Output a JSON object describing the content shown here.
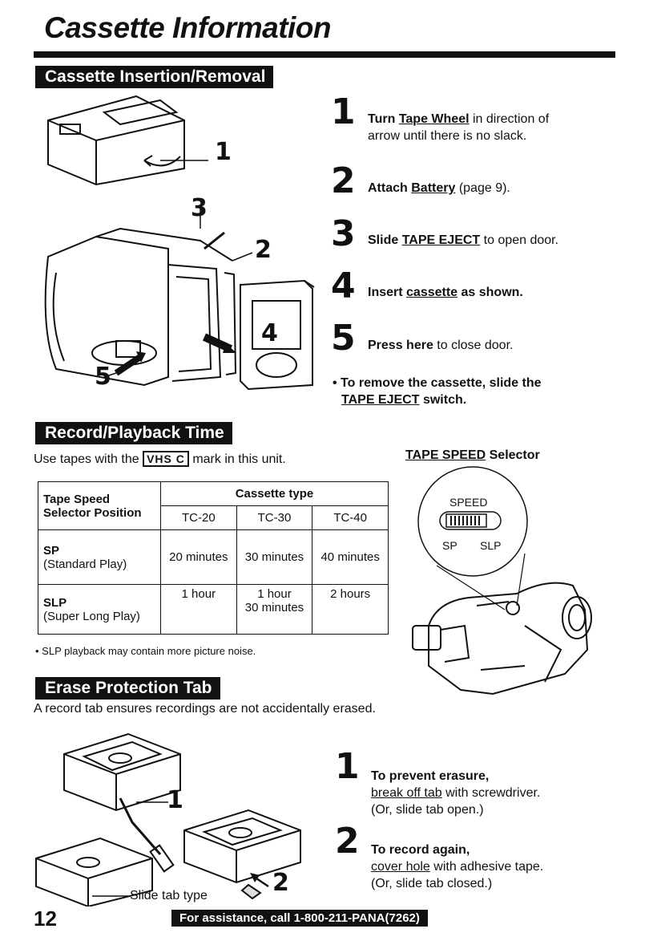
{
  "page_title": "Cassette Information",
  "sections": {
    "insertion": "Cassette Insertion/Removal",
    "record_time": "Record/Playback Time",
    "erase": "Erase Protection Tab"
  },
  "insertion_steps": [
    {
      "num": "1",
      "pre": "Turn ",
      "u": "Tape Wheel",
      "post": " in direction of",
      "line2": "arrow until there is no slack."
    },
    {
      "num": "2",
      "pre": "Attach ",
      "u": "Battery",
      "post": " (page 9)."
    },
    {
      "num": "3",
      "pre": "Slide ",
      "u": "TAPE EJECT",
      "post": " to open door."
    },
    {
      "num": "4",
      "pre": "Insert ",
      "u": "cassette",
      "post": " as shown."
    },
    {
      "num": "5",
      "pre": "Press here",
      "u": "",
      "post": " to close door."
    }
  ],
  "remove_note": {
    "line1": "• To remove the cassette, slide the",
    "u": "TAPE EJECT",
    "post": " switch."
  },
  "figure_labels": {
    "n1": "1",
    "n2": "2",
    "n3": "3",
    "n4": "4",
    "n5": "5"
  },
  "use_tapes": {
    "pre": "Use tapes with the ",
    "logo": "VHS C",
    "post": " mark in this unit."
  },
  "speed_selector": {
    "u": "TAPE SPEED",
    "post": " Selector",
    "speed": "SPEED",
    "sp": "SP",
    "slp": "SLP"
  },
  "table": {
    "col0_header": "Tape Speed Selector Position",
    "col0_line1": "Tape Speed",
    "col0_line2": "Selector Position",
    "group_header": "Cassette type",
    "types": [
      "TC-20",
      "TC-30",
      "TC-40"
    ],
    "rows": [
      {
        "mode": "SP",
        "desc": "(Standard Play)",
        "values": [
          "20 minutes",
          "30 minutes",
          "40 minutes"
        ]
      },
      {
        "mode": "SLP",
        "desc": "(Super Long Play)",
        "values": [
          "1 hour",
          "1 hour 30 minutes",
          "2 hours"
        ]
      }
    ],
    "slp_v2_line1": "1 hour",
    "slp_v2_line2": "30 minutes"
  },
  "table_note": "• SLP playback may contain more picture noise.",
  "erase_intro": "A record tab ensures recordings are not accidentally erased.",
  "erase_steps": [
    {
      "num": "1",
      "head": "To prevent erasure,",
      "u": "break off tab",
      "post": " with screwdriver.",
      "line3": "(Or, slide tab open.)"
    },
    {
      "num": "2",
      "head": "To record again,",
      "u": "cover hole",
      "post": " with adhesive tape.",
      "line3": "(Or, slide tab closed.)"
    }
  ],
  "erase_figure": {
    "n1": "1",
    "n2": "2",
    "slide_tab": "Slide tab type"
  },
  "page_number": "12",
  "footer": "For assistance, call 1-800-211-PANA(7262)"
}
